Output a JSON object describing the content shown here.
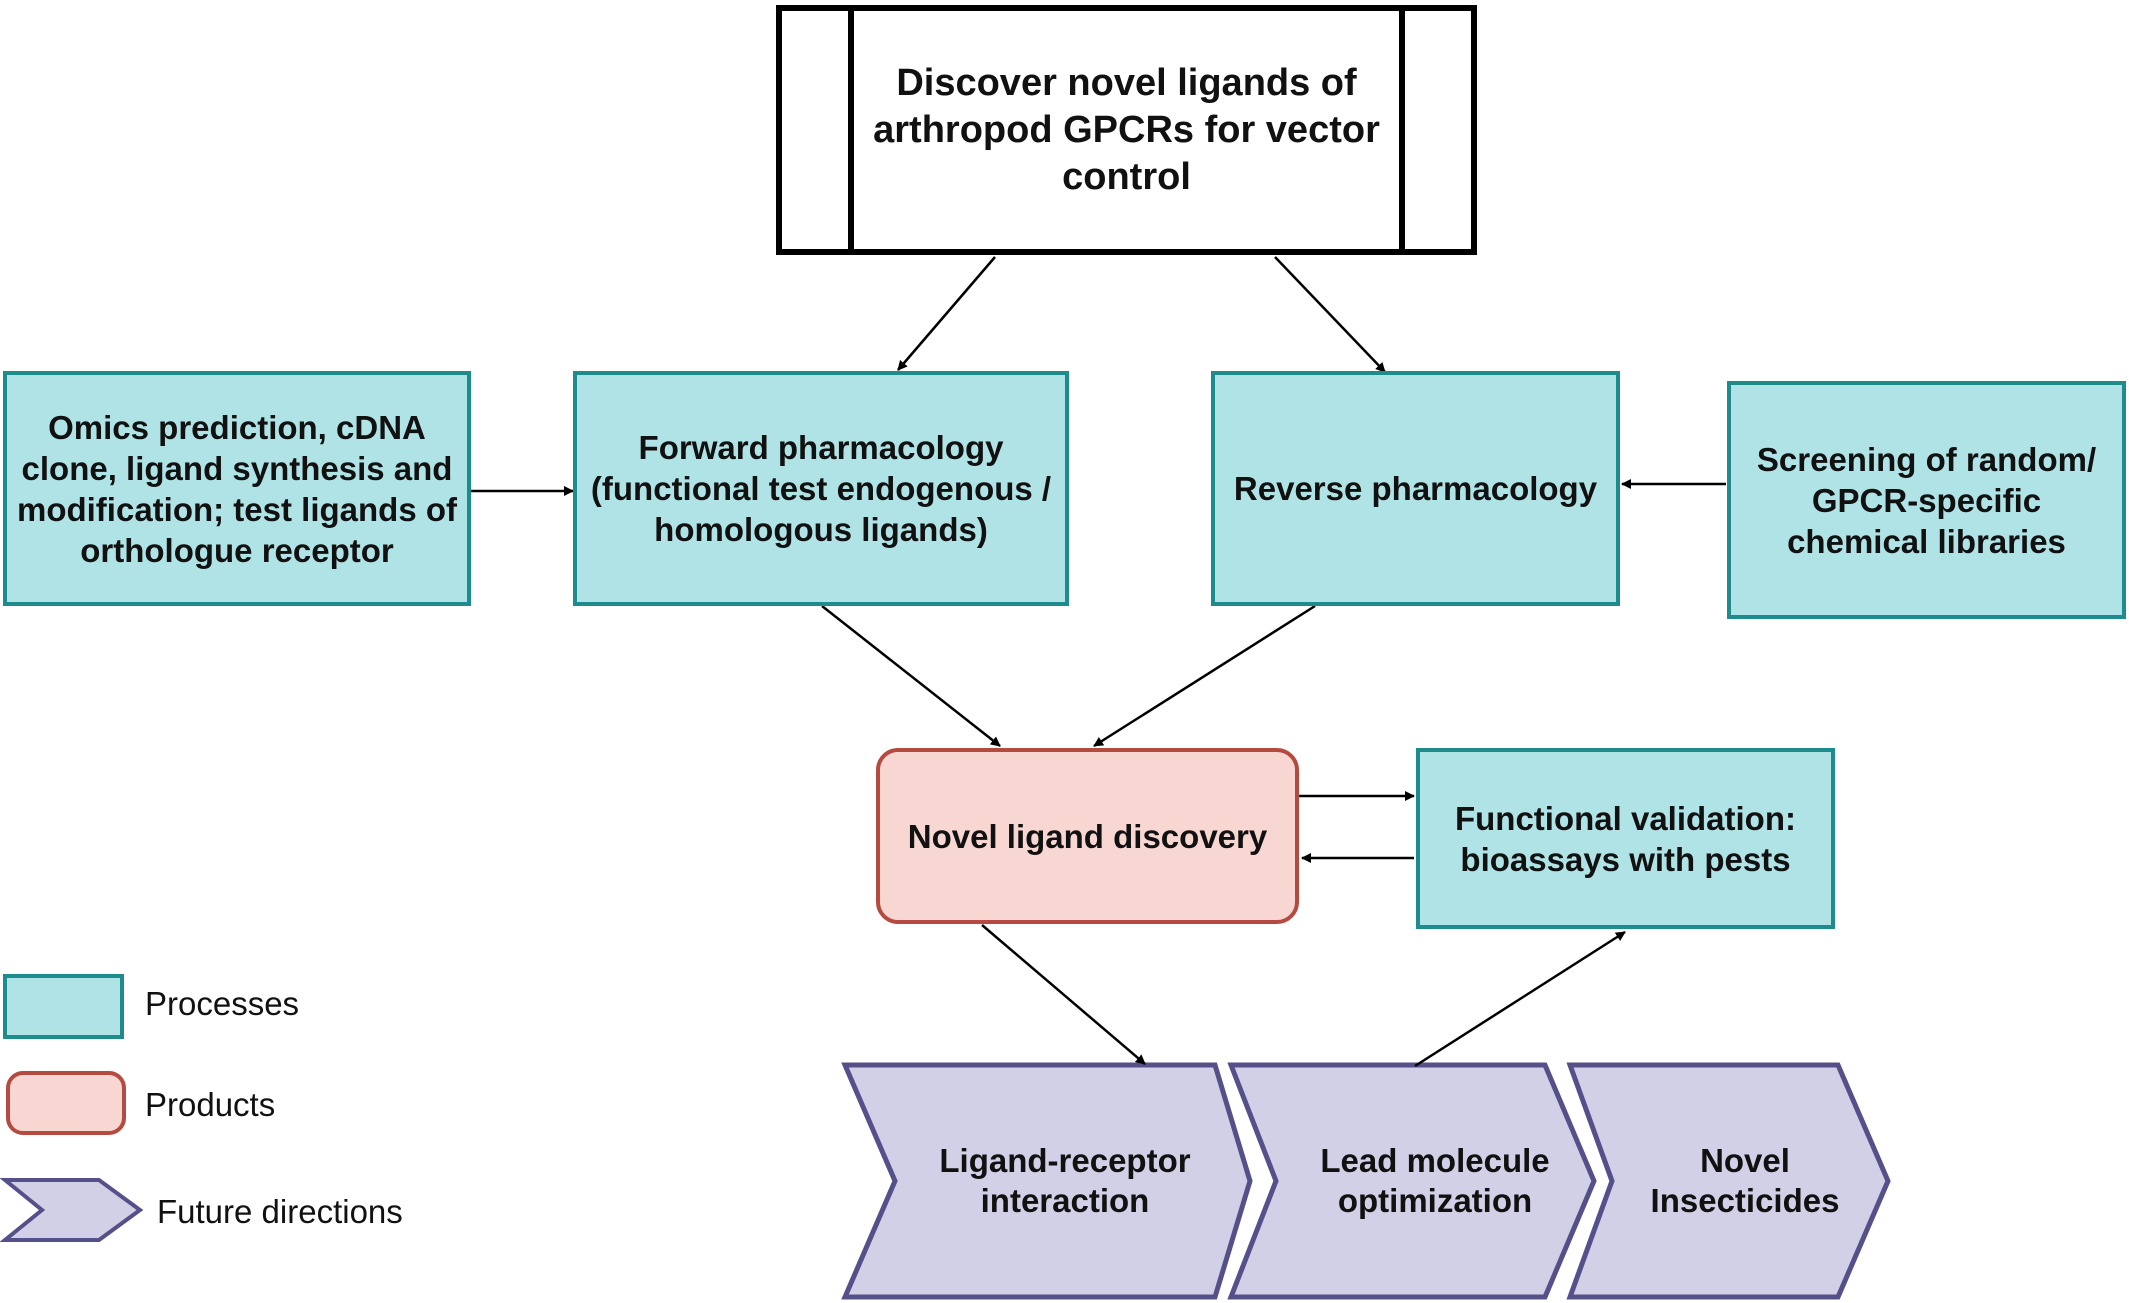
{
  "goal": {
    "label": "Discover novel ligands of arthropod GPCRs for vector control"
  },
  "nodes": {
    "omics": "Omics prediction, cDNA clone, ligand synthesis and modification; test ligands of orthologue receptor",
    "forward": "Forward pharmacology (functional test endogenous / homologous ligands)",
    "reverse": "Reverse pharmacology",
    "screening": "Screening of random/ GPCR-specific chemical libraries",
    "novel_ligand": "Novel ligand discovery",
    "functional": "Functional validation: bioassays with pests"
  },
  "future": {
    "ligand_receptor": "Ligand-receptor interaction",
    "lead_molecule": "Lead molecule optimization",
    "insecticides": "Novel Insecticides"
  },
  "legend": {
    "processes": "Processes",
    "products": "Products",
    "future_directions": "Future directions"
  },
  "colors": {
    "process_fill": "#b0e3e6",
    "process_border": "#1e8c8c",
    "product_fill": "#f8d7d3",
    "product_border": "#b44a40",
    "future_fill": "#d1d0e6",
    "future_border": "#56508a"
  }
}
